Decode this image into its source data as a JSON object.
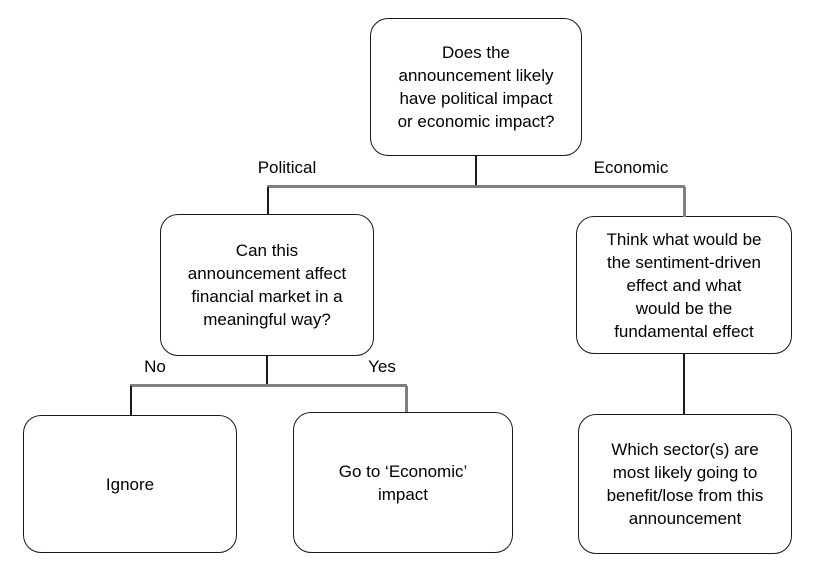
{
  "diagram": {
    "type": "decision-tree-flowchart",
    "nodes": {
      "root": {
        "label": "Does the\nannouncement likely\nhave political impact\nor economic impact?"
      },
      "political_check": {
        "label": "Can this\nannouncement affect\nfinancial market in a\nmeaningful way?"
      },
      "economic_think": {
        "label": "Think what would be\nthe sentiment-driven\neffect and what\nwould be the\nfundamental effect"
      },
      "ignore": {
        "label": "Ignore"
      },
      "goto_economic": {
        "label": "Go to ‘Economic’\nimpact"
      },
      "which_sectors": {
        "label": "Which sector(s) are\nmost likely going to\nbenefit/lose from this\nannouncement"
      }
    },
    "edge_labels": {
      "political": "Political",
      "economic": "Economic",
      "no": "No",
      "yes": "Yes"
    },
    "colors": {
      "background": "#ffffff",
      "node_border": "#1a1a1a",
      "node_fill": "#ffffff",
      "text": "#000000",
      "connector_gray": "#808080",
      "connector_black": "#1a1a1a"
    }
  }
}
